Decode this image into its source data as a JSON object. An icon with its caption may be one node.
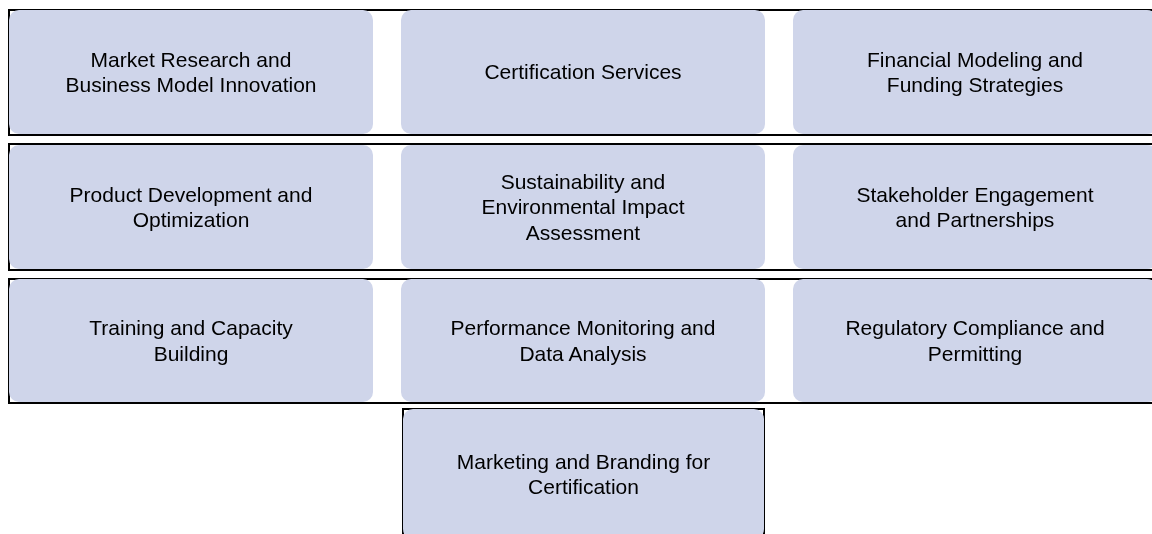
{
  "diagram": {
    "nodes": [
      {
        "text": [],
        "shape": "box"
      },
      {
        "text": [
          "Market Research and Business Model Innovation"
        ],
        "in": 0
      },
      {
        "text": [
          "Certification Services"
        ],
        "in": 0
      },
      {
        "text": [
          "Financial Modeling and Funding Strategies"
        ],
        "in": 0
      },
      {
        "text": [],
        "shape": "box"
      },
      {
        "text": [
          "Product Development and Optimization"
        ],
        "in": 4
      },
      {
        "text": [
          "Sustainability and Environmental Impact Assessment"
        ],
        "in": 4
      },
      {
        "text": [
          "Stakeholder Engagement and Partnerships"
        ],
        "in": 4
      },
      {
        "text": [],
        "shape": "box"
      },
      {
        "text": [
          "Training and Capacity Building"
        ],
        "in": 8
      },
      {
        "text": [
          "Performance Monitoring and Data Analysis"
        ],
        "in": 8
      },
      {
        "text": [
          "Regulatory Compliance and Permitting"
        ],
        "in": 8
      },
      {
        "text": [],
        "shape": "box"
      },
      {
        "text": [
          "Marketing and Branding for Certification"
        ],
        "in": 12
      }
    ]
  }
}
